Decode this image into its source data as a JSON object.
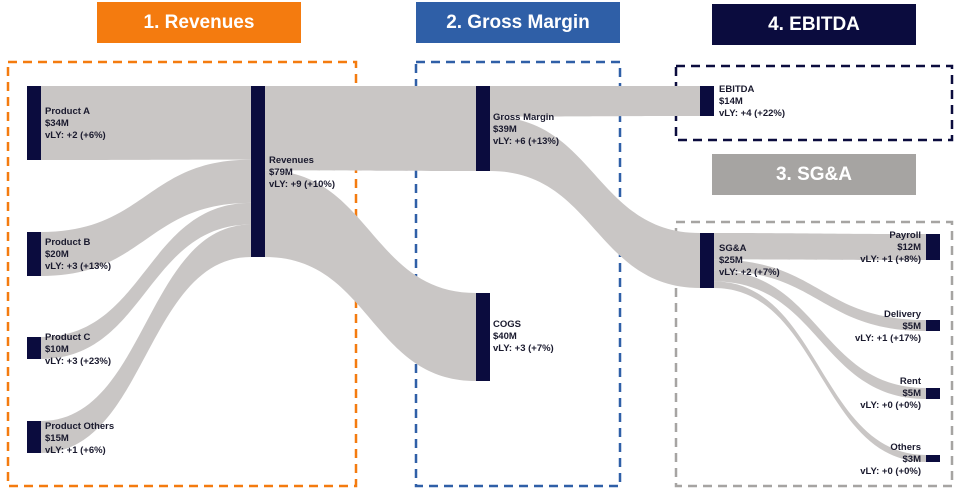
{
  "sections": {
    "revenues": {
      "title": "1. Revenues",
      "color": "#f47b0f"
    },
    "gross_margin": {
      "title": "2. Gross Margin",
      "color": "#2f5fa7"
    },
    "sga": {
      "title": "3. SG&A",
      "color": "#a6a4a2"
    },
    "ebitda": {
      "title": "4. EBITDA",
      "color": "#0b0c3e"
    }
  },
  "colors": {
    "node": "#0b0c3e",
    "flow": "#c9c6c5"
  },
  "chart_data": {
    "type": "sankey",
    "units": "$M",
    "nodes": [
      {
        "id": "product_a",
        "name": "Product A",
        "value": "$34M",
        "vly": "vLY: +2 (+6%)"
      },
      {
        "id": "product_b",
        "name": "Product B",
        "value": "$20M",
        "vly": "vLY: +3 (+13%)"
      },
      {
        "id": "product_c",
        "name": "Product C",
        "value": "$10M",
        "vly": "vLY: +3 (+23%)"
      },
      {
        "id": "product_others",
        "name": "Product Others",
        "value": "$15M",
        "vly": "vLY: +1 (+6%)"
      },
      {
        "id": "revenues",
        "name": "Revenues",
        "value": "$79M",
        "vly": "vLY: +9 (+10%)"
      },
      {
        "id": "gross_margin",
        "name": "Gross Margin",
        "value": "$39M",
        "vly": "vLY: +6 (+13%)"
      },
      {
        "id": "cogs",
        "name": "COGS",
        "value": "$40M",
        "vly": "vLY: +3 (+7%)"
      },
      {
        "id": "ebitda",
        "name": "EBITDA",
        "value": "$14M",
        "vly": "vLY: +4 (+22%)"
      },
      {
        "id": "sga",
        "name": "SG&A",
        "value": "$25M",
        "vly": "vLY: +2 (+7%)"
      },
      {
        "id": "payroll",
        "name": "Payroll",
        "value": "$12M",
        "vly": "vLY: +1 (+8%)"
      },
      {
        "id": "delivery",
        "name": "Delivery",
        "value": "$5M",
        "vly": "vLY: +1 (+17%)"
      },
      {
        "id": "rent",
        "name": "Rent",
        "value": "$5M",
        "vly": "vLY: +0 (+0%)"
      },
      {
        "id": "others",
        "name": "Others",
        "value": "$3M",
        "vly": "vLY: +0 (+0%)"
      }
    ],
    "links": [
      {
        "source": "product_a",
        "target": "revenues",
        "value": 34
      },
      {
        "source": "product_b",
        "target": "revenues",
        "value": 20
      },
      {
        "source": "product_c",
        "target": "revenues",
        "value": 10
      },
      {
        "source": "product_others",
        "target": "revenues",
        "value": 15
      },
      {
        "source": "revenues",
        "target": "gross_margin",
        "value": 39
      },
      {
        "source": "revenues",
        "target": "cogs",
        "value": 40
      },
      {
        "source": "gross_margin",
        "target": "ebitda",
        "value": 14
      },
      {
        "source": "gross_margin",
        "target": "sga",
        "value": 25
      },
      {
        "source": "sga",
        "target": "payroll",
        "value": 12
      },
      {
        "source": "sga",
        "target": "delivery",
        "value": 5
      },
      {
        "source": "sga",
        "target": "rent",
        "value": 5
      },
      {
        "source": "sga",
        "target": "others",
        "value": 3
      }
    ]
  }
}
